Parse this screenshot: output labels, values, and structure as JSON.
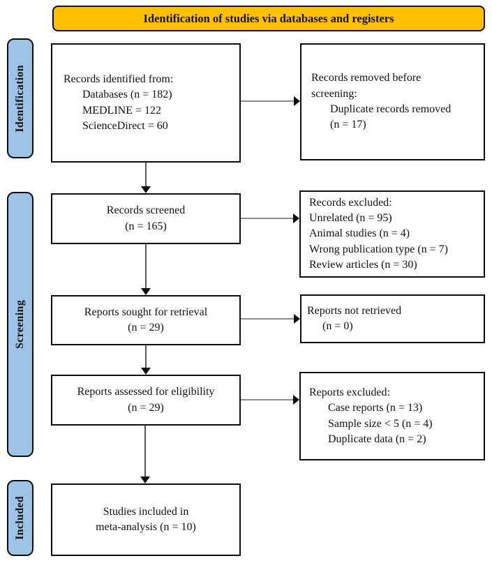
{
  "banner": {
    "title": "Identification of studies via databases and registers"
  },
  "stages": {
    "identification": "Identification",
    "screening": "Screening",
    "included": "Included"
  },
  "boxes": {
    "records_identified": {
      "lines": [
        "Records identified from:",
        "Databases (n = 182)",
        "MEDLINE = 122",
        "ScienceDirect = 60"
      ]
    },
    "records_removed": {
      "lines": [
        "Records removed before",
        "screening:",
        "Duplicate records removed",
        "(n = 17)"
      ]
    },
    "records_screened": {
      "lines": [
        "Records screened",
        "(n = 165)"
      ]
    },
    "records_excluded": {
      "lines": [
        "Records excluded:",
        "Unrelated (n = 95)",
        "Animal studies (n = 4)",
        "Wrong publication type (n = 7)",
        "Review articles (n = 30)"
      ]
    },
    "reports_sought": {
      "lines": [
        "Reports sought for retrieval",
        "(n = 29)"
      ]
    },
    "reports_not_retrieved": {
      "lines": [
        "Reports not retrieved",
        "(n = 0)"
      ]
    },
    "reports_assessed": {
      "lines": [
        "Reports assessed for eligibility",
        "(n = 29)"
      ]
    },
    "reports_excluded": {
      "lines": [
        "Reports excluded:",
        "Case reports (n = 13)",
        "Sample size < 5 (n = 4)",
        "Duplicate data (n = 2)"
      ]
    },
    "studies_included": {
      "lines": [
        "Studies included in",
        "meta-analysis (n = 10)"
      ]
    }
  },
  "colors": {
    "banner_bg": "#FFC000",
    "stage_bg": "#9DC3E6",
    "ink": "#0d0d0d",
    "arrow_line_v": "#595959",
    "arrow_line_h": "#8c8c8c"
  }
}
